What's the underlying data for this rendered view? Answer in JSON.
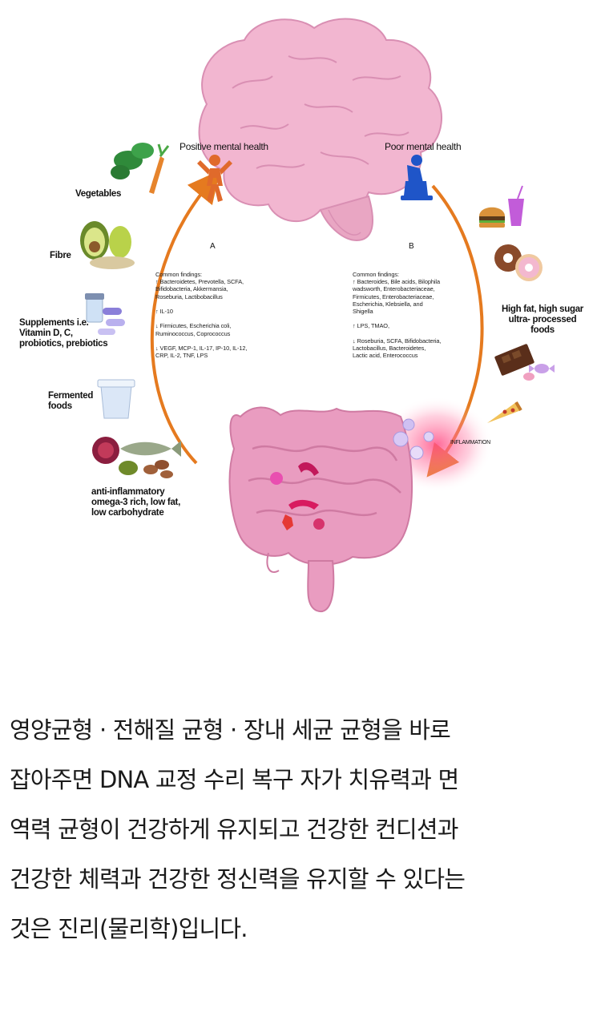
{
  "diagram": {
    "positive_label": "Positive mental health",
    "negative_label": "Poor mental health",
    "foods_left": [
      {
        "label": "Vegetables",
        "icon": "vegetables-icon"
      },
      {
        "label": "Fibre",
        "icon": "avocado-pear-icon"
      },
      {
        "label": "Supplements i.e.\nVitamin D, C,\nprobiotics, prebiotics",
        "icon": "supplements-icon"
      },
      {
        "label": "Fermented\nfoods",
        "icon": "yogurt-icon"
      },
      {
        "label": "anti-inflammatory\nomega-3 rich, low fat,\nlow carbohydrate",
        "icon": "fish-nuts-icon"
      }
    ],
    "foods_right": {
      "label": "High fat, high sugar\nultra- processed\nfoods",
      "icons": [
        "burger-icon",
        "soda-icon",
        "donut-icon",
        "chocolate-icon",
        "candy-icon",
        "pizza-icon"
      ]
    },
    "panel_a": {
      "letter": "A",
      "lines": [
        "Common findings:",
        "↑ Bacteroidetes, Prevotella, SCFA,",
        "Bifidobacteria, Akkermansia,",
        "Roseburia, Lactibobacillus",
        "",
        "↑ IL-10",
        "",
        "↓ Firmicutes, Escherichia coli,",
        "Ruminococcus, Coprococcus",
        "",
        "↓ VEGF, MCP-1, IL-17, IP-10, IL-12,",
        "CRP, IL-2, TNF, LPS"
      ]
    },
    "panel_b": {
      "letter": "B",
      "lines": [
        "Common findings:",
        "↑ Bacteroides, Bile acids, Bilophila",
        "wadsworth, Enterobacteriaceae,",
        "Firmicutes, Enterobacteriaceae,",
        "Escherichia, Klebsiella, and",
        "Shigella",
        "",
        "↑ LPS, TMAO,",
        "",
        "↓ Roseburia, SCFA, Bifidobacteria,",
        "Lactobacillus, Bacteroidetes,",
        "Lactic acid, Enterococcus"
      ]
    },
    "inflammation_label": "INFLAMMATION",
    "colors": {
      "arrow": "#e57a1f",
      "brain": "#f2b6d0",
      "gut": "#e99cc0",
      "figure_positive": "#e06a2b",
      "figure_negative": "#1f55c8",
      "inflammation_glow": "#ff5a8a"
    }
  },
  "paragraph": {
    "lines": [
      "영양균형 · 전해질 균형 · 장내 세균 균형을 바로",
      "잡아주면 DNA 교정 수리 복구 자가 치유력과 면",
      "역력 균형이 건강하게 유지되고 건강한 컨디션과",
      "건강한 체력과 건강한 정신력을 유지할 수 있다는",
      "것은 진리(물리학)입니다."
    ]
  }
}
